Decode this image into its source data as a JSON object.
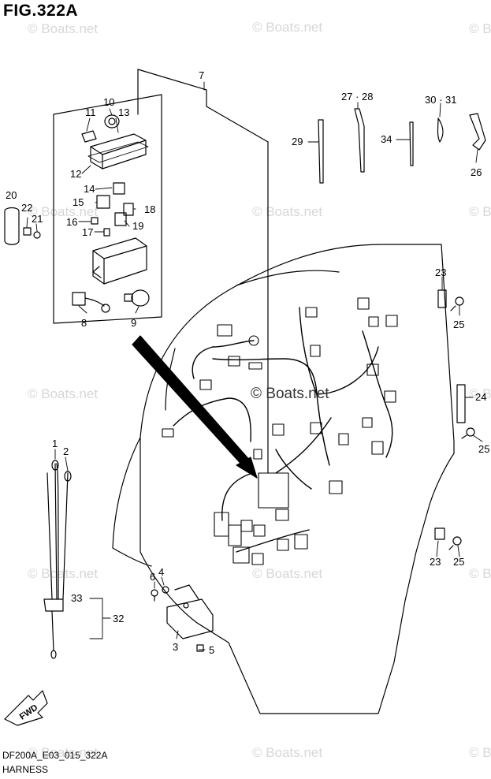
{
  "figure": {
    "title": "FIG.322A",
    "code": "DF200A_E03_015_322A",
    "name": "HARNESS"
  },
  "watermark": "© Boats.net",
  "direction_label": "FWD",
  "callouts": {
    "c1": "1",
    "c2": "2",
    "c3": "3",
    "c4": "4",
    "c5": "5",
    "c6": "6",
    "c7": "7",
    "c8": "8",
    "c9": "9",
    "c10": "10",
    "c11": "11",
    "c12": "12",
    "c13": "13",
    "c14": "14",
    "c15": "15",
    "c16": "16",
    "c17": "17",
    "c18": "18",
    "c19": "19",
    "c20": "20",
    "c21": "21",
    "c22": "22",
    "c23a": "23",
    "c23b": "23",
    "c24": "24",
    "c25a": "25",
    "c25b": "25",
    "c25c": "25",
    "c26": "26",
    "c2728": "27 · 28",
    "c29": "29",
    "c3031": "30 · 31",
    "c32": "32",
    "c33": "33",
    "c34": "34"
  }
}
